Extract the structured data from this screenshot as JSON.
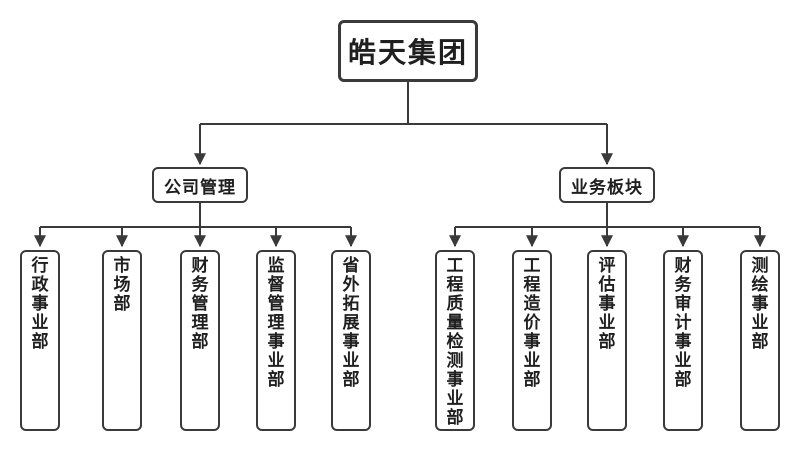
{
  "title": {
    "label": "皓天集团"
  },
  "branches": [
    {
      "label": "公司管理",
      "departments": [
        "行政事业部",
        "市场部",
        "财务管理部",
        "监督管理事业部",
        "省外拓展事业部"
      ]
    },
    {
      "label": "业务板块",
      "departments": [
        "工程质量检测事业部",
        "工程造价事业部",
        "评估事业部",
        "财务审计事业部",
        "测绘事业部"
      ]
    }
  ],
  "colors": {
    "line": "#3a3a3a",
    "box_border": "#3a3a3a",
    "box_bg": "#ffffff",
    "text": "#1f1f1f",
    "page_bg": "#ffffff"
  }
}
